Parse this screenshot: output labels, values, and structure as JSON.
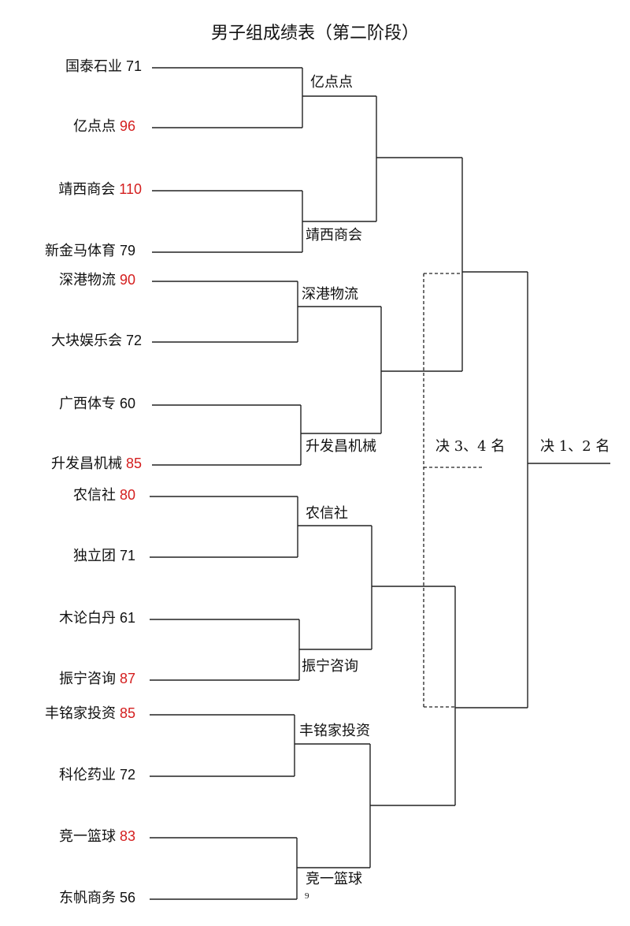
{
  "title": "男子组成绩表（第二阶段）",
  "page_number": "9",
  "colors": {
    "winner_score": "#d41e1e",
    "loser_score": "#111111",
    "line": "#222222"
  },
  "teams": [
    {
      "name": "国泰石业",
      "score": "71",
      "winner": false
    },
    {
      "name": "亿点点",
      "score": "96",
      "winner": true
    },
    {
      "name": "靖西商会",
      "score": "110",
      "winner": true
    },
    {
      "name": "新金马体育",
      "score": "79",
      "winner": false
    },
    {
      "name": "深港物流",
      "score": "90",
      "winner": true
    },
    {
      "name": "大块娱乐会",
      "score": "72",
      "winner": false
    },
    {
      "name": "广西体专",
      "score": "60",
      "winner": false
    },
    {
      "name": "升发昌机械",
      "score": "85",
      "winner": true
    },
    {
      "name": "农信社",
      "score": "80",
      "winner": true
    },
    {
      "name": "独立团",
      "score": "71",
      "winner": false
    },
    {
      "name": "木论白丹",
      "score": "61",
      "winner": false
    },
    {
      "name": "振宁咨询",
      "score": "87",
      "winner": true
    },
    {
      "name": "丰铭家投资",
      "score": "85",
      "winner": true
    },
    {
      "name": "科伦药业",
      "score": "72",
      "winner": false
    },
    {
      "name": "竞一篮球",
      "score": "83",
      "winner": true
    },
    {
      "name": "东帆商务",
      "score": "56",
      "winner": false
    }
  ],
  "round_winners": [
    "亿点点",
    "靖西商会",
    "深港物流",
    "升发昌机械",
    "农信社",
    "振宁咨询",
    "丰铭家投资",
    "竞一篮球"
  ],
  "finals": {
    "third_place": "决 3、4 名",
    "first_place": "决 1、2 名"
  }
}
